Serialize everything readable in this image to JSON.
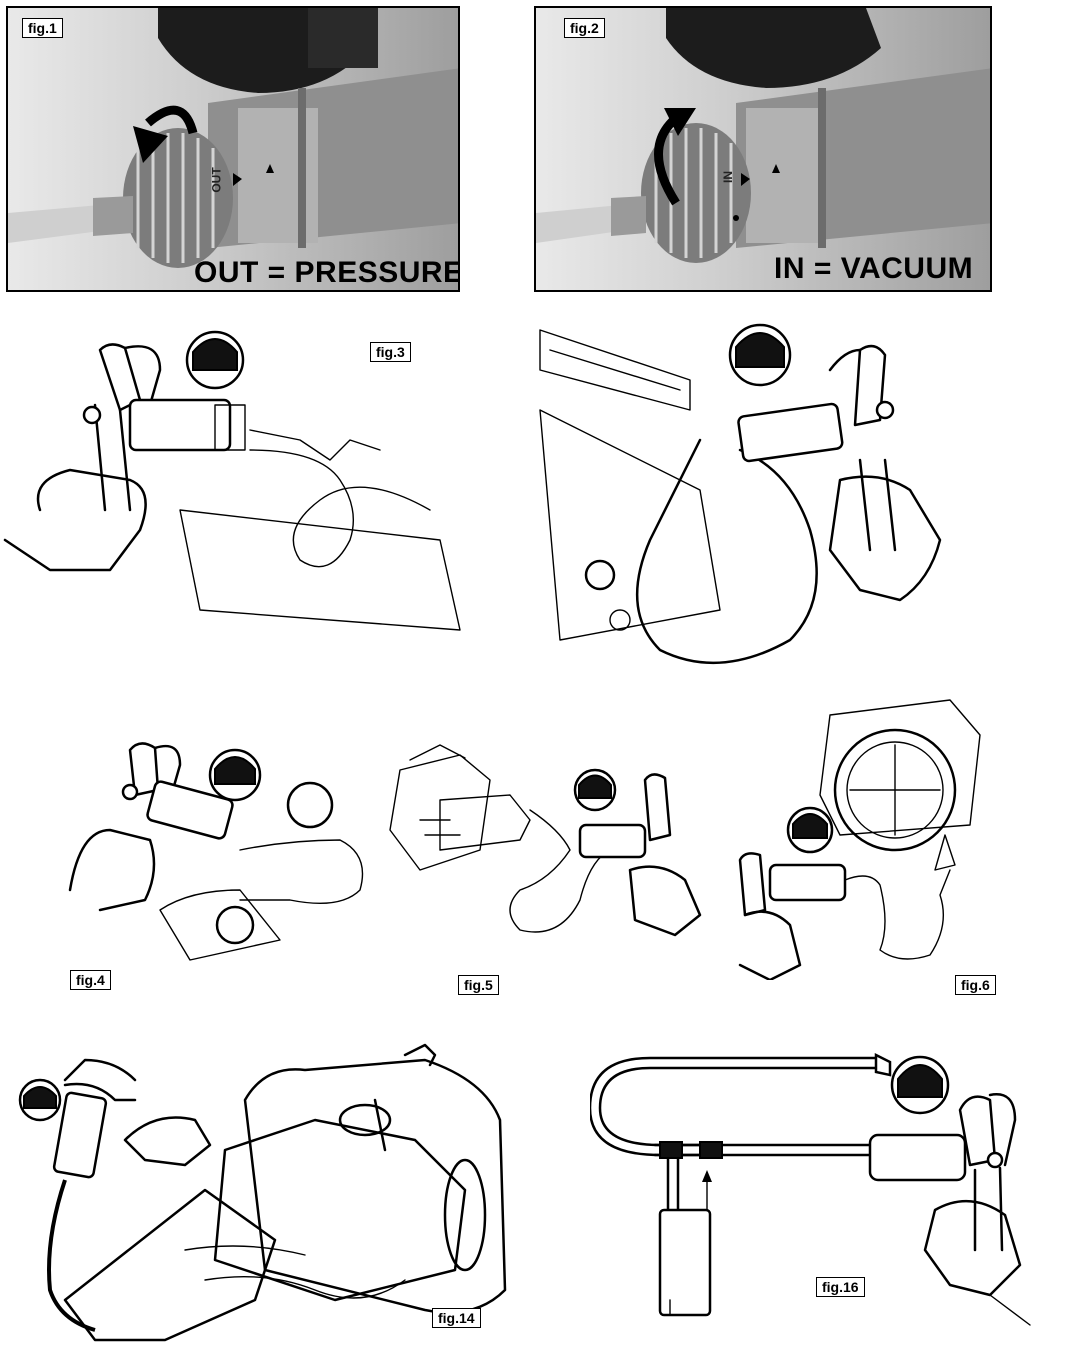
{
  "figures": {
    "fig1": {
      "label": "fig.1",
      "caption": "OUT = PRESSURE",
      "dial_mark": "OUT"
    },
    "fig2": {
      "label": "fig.2",
      "caption": "IN = VACUUM",
      "dial_mark": "IN"
    },
    "fig3": {
      "label": "fig.3"
    },
    "fig4": {
      "label": "fig.4"
    },
    "fig5": {
      "label": "fig.5"
    },
    "fig6": {
      "label": "fig.6"
    },
    "fig14": {
      "label": "fig.14"
    },
    "fig16": {
      "label": "fig.16"
    }
  },
  "colors": {
    "ink": "#000000",
    "paper": "#ffffff",
    "photo_metal": "#9e9e9e"
  }
}
